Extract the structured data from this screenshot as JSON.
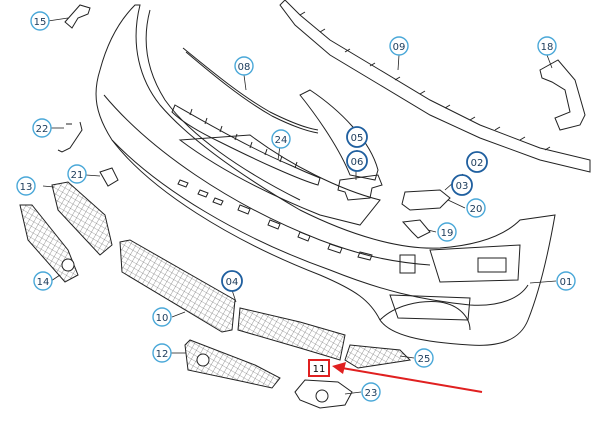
{
  "callouts": [
    {
      "label": "15"
    },
    {
      "label": "09"
    },
    {
      "label": "18"
    },
    {
      "label": "08"
    },
    {
      "label": "22"
    },
    {
      "label": "24"
    },
    {
      "label": "05"
    },
    {
      "label": "06"
    },
    {
      "label": "02"
    },
    {
      "label": "03"
    },
    {
      "label": "21"
    },
    {
      "label": "13"
    },
    {
      "label": "20"
    },
    {
      "label": "19"
    },
    {
      "label": "14"
    },
    {
      "label": "04"
    },
    {
      "label": "01"
    },
    {
      "label": "10"
    },
    {
      "label": "12"
    },
    {
      "label": "25"
    },
    {
      "label": "23"
    }
  ],
  "highlight": {
    "label": "11",
    "color": "#e02020"
  },
  "colors": {
    "line": "#222222",
    "circle": "#4aa8d8",
    "mesh": "#555555"
  }
}
